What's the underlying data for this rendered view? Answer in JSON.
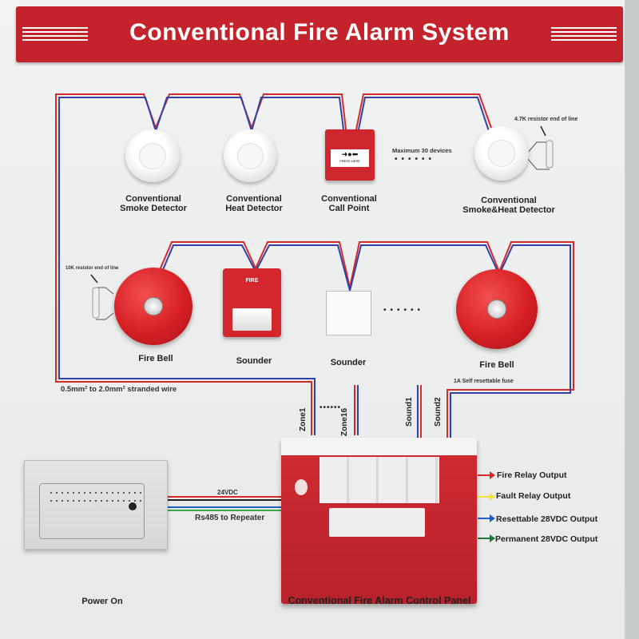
{
  "title": "Conventional Fire Alarm System",
  "devices_row1": [
    {
      "label": [
        "Conventional",
        "Smoke Detector"
      ]
    },
    {
      "label": [
        "Conventional",
        "Heat Detector"
      ]
    },
    {
      "label": [
        "Conventional",
        "Call Point"
      ]
    },
    {
      "label": [
        "Conventional",
        "Smoke&Heat Detector"
      ]
    }
  ],
  "max_devices": "Maximum 30 devices",
  "resistor_47k": "4.7K resistor end of line",
  "resistor_10k": "10K resistor end of line",
  "call_point_text": "PRESS HERE",
  "sounder_text": "FIRE",
  "devices_row2": [
    {
      "label": "Fire Bell"
    },
    {
      "label": "Sounder"
    },
    {
      "label": "Sounder"
    },
    {
      "label": "Fire Bell"
    }
  ],
  "wire_note": "0.5mm² to 2.0mm² stranded wire",
  "fuse_note": "1A Self resettable fuse",
  "connections": [
    "Zone1",
    "Zone16",
    "Sound1",
    "Sound2"
  ],
  "ellipsis": "••••••",
  "repeater": {
    "power": "24VDC",
    "bus": "Rs485 to Repeater",
    "label": "Power On"
  },
  "panel_label": "Conventional Fire Alarm Control Panel",
  "outputs": [
    {
      "label": "Fire Relay Output",
      "color": "#d42a2a"
    },
    {
      "label": "Fault Relay Output",
      "color": "#f2e23a"
    },
    {
      "label": "Resettable 28VDC Output",
      "color": "#1f5fc4"
    },
    {
      "label": "Permanent 28VDC  Output",
      "color": "#1f7a3a"
    }
  ],
  "colors": {
    "banner": "#c4232c",
    "wire_red": "#d42a2a",
    "wire_blue": "#3340a8",
    "panel": "#c4262d"
  }
}
